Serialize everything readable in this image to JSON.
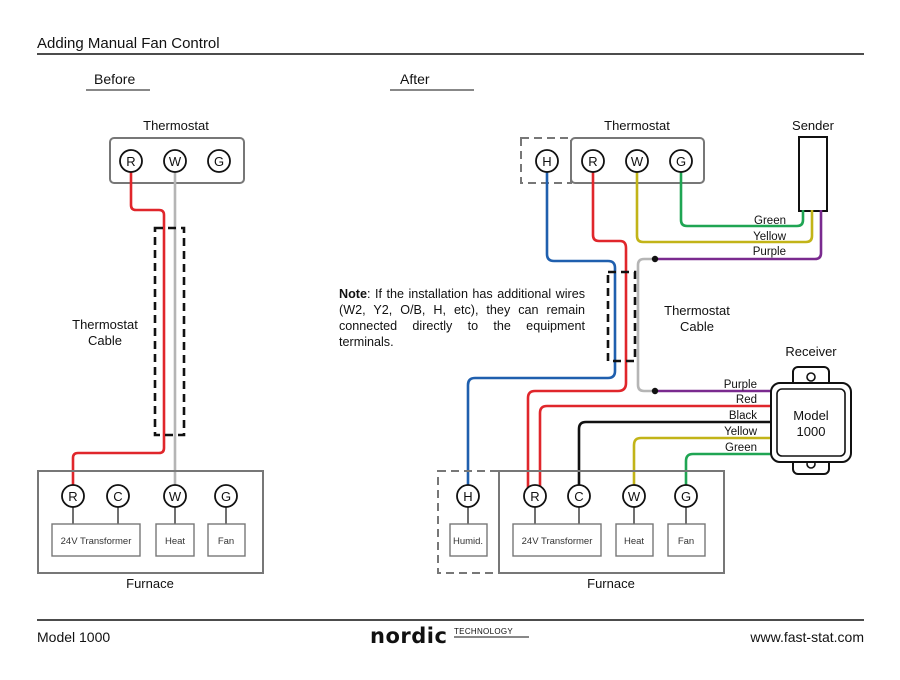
{
  "header": {
    "title": "Adding Manual Fan Control"
  },
  "before": {
    "heading": "Before",
    "thermostat_label": "Thermostat",
    "thermostat_terminals": [
      "R",
      "W",
      "G"
    ],
    "cable_label_line1": "Thermostat",
    "cable_label_line2": "Cable",
    "furnace_terminals": [
      "R",
      "C",
      "W",
      "G"
    ],
    "transformer_label": "24V Transformer",
    "heat_label": "Heat",
    "fan_label": "Fan",
    "furnace_label": "Furnace"
  },
  "after": {
    "heading": "After",
    "thermostat_label": "Thermostat",
    "thermostat_terminals": [
      "H",
      "R",
      "W",
      "G"
    ],
    "sender_label": "Sender",
    "sender_wires": [
      "Green",
      "Yellow",
      "Purple"
    ],
    "cable_label_line1": "Thermostat",
    "cable_label_line2": "Cable",
    "receiver_label": "Receiver",
    "receiver_model_line1": "Model",
    "receiver_model_line2": "1000",
    "receiver_wires": [
      "Purple",
      "Red",
      "Black",
      "Yellow",
      "Green"
    ],
    "furnace_terminals": [
      "H",
      "R",
      "C",
      "W",
      "G"
    ],
    "humid_label": "Humid.",
    "transformer_label": "24V Transformer",
    "heat_label": "Heat",
    "fan_label": "Fan",
    "furnace_label": "Furnace"
  },
  "note": {
    "bold": "Note",
    "text": ": If the installation has additional wires (W2, Y2, O/B, H, etc), they can remain connected directly to the equipment terminals."
  },
  "footer": {
    "model": "Model 1000",
    "logo_main": "nordic",
    "logo_sub": "TECHNOLOGY",
    "url": "www.fast-stat.com"
  },
  "colors": {
    "red": "#e0262b",
    "gray": "#b5b5b5",
    "blue": "#1f5fae",
    "green": "#1fa553",
    "yellow": "#c2b418",
    "purple": "#7a2a8f",
    "black": "#111111",
    "box_stroke": "#777777"
  }
}
